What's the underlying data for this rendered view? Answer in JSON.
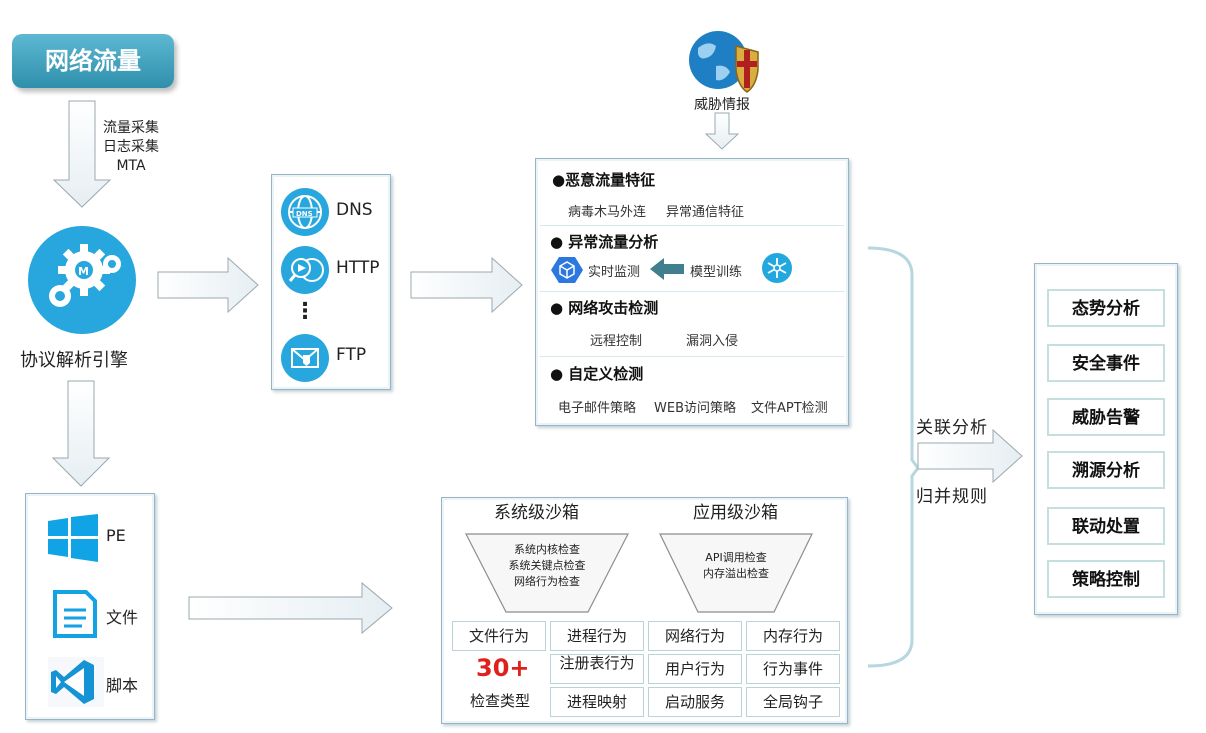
{
  "title_badge": "网络流量",
  "collection_labels": [
    "流量采集",
    "日志采集",
    "MTA"
  ],
  "engine_label": "协议解析引擎",
  "protocols": {
    "dns": "DNS",
    "http": "HTTP",
    "ellipsis": "⋮",
    "ftp": "FTP"
  },
  "threat_intel": "威胁情报",
  "detection": {
    "malicious": {
      "title": "●恶意流量特征",
      "items": [
        "病毒木马外连",
        "异常通信特征"
      ]
    },
    "anomaly": {
      "title": "●   异常流量分析",
      "realtime": "实时监测",
      "training": "模型训练"
    },
    "attack": {
      "title": "●   网络攻击检测",
      "items": [
        "远程控制",
        "漏洞入侵"
      ]
    },
    "custom": {
      "title": "●   自定义检测",
      "items": [
        "电子邮件策略",
        "WEB访问策略",
        "文件APT检测"
      ]
    }
  },
  "file_types": {
    "pe": "PE",
    "file": "文件",
    "script": "脚本"
  },
  "sandbox": {
    "system_title": "系统级沙箱",
    "system_items": [
      "系统内核检查",
      "系统关键点检查",
      "网络行为检查"
    ],
    "app_title": "应用级沙箱",
    "app_items": [
      "API调用检查",
      "内存溢出检查"
    ],
    "grid": [
      "文件行为",
      "进程行为",
      "网络行为",
      "内存行为",
      "注册表行为",
      "用户行为",
      "行为事件",
      "进程映射",
      "启动服务",
      "全局钩子"
    ],
    "big_number": "30+",
    "big_number_label": "检查类型"
  },
  "merge": {
    "correlation": "关联分析",
    "merge_rules": "归并规则"
  },
  "outputs": [
    "态势分析",
    "安全事件",
    "威胁告警",
    "溯源分析",
    "联动处置",
    "策略控制"
  ],
  "colors": {
    "accent": "#2ea6d6",
    "red_number": "#e0201b",
    "badge": "#3a9bb8"
  }
}
